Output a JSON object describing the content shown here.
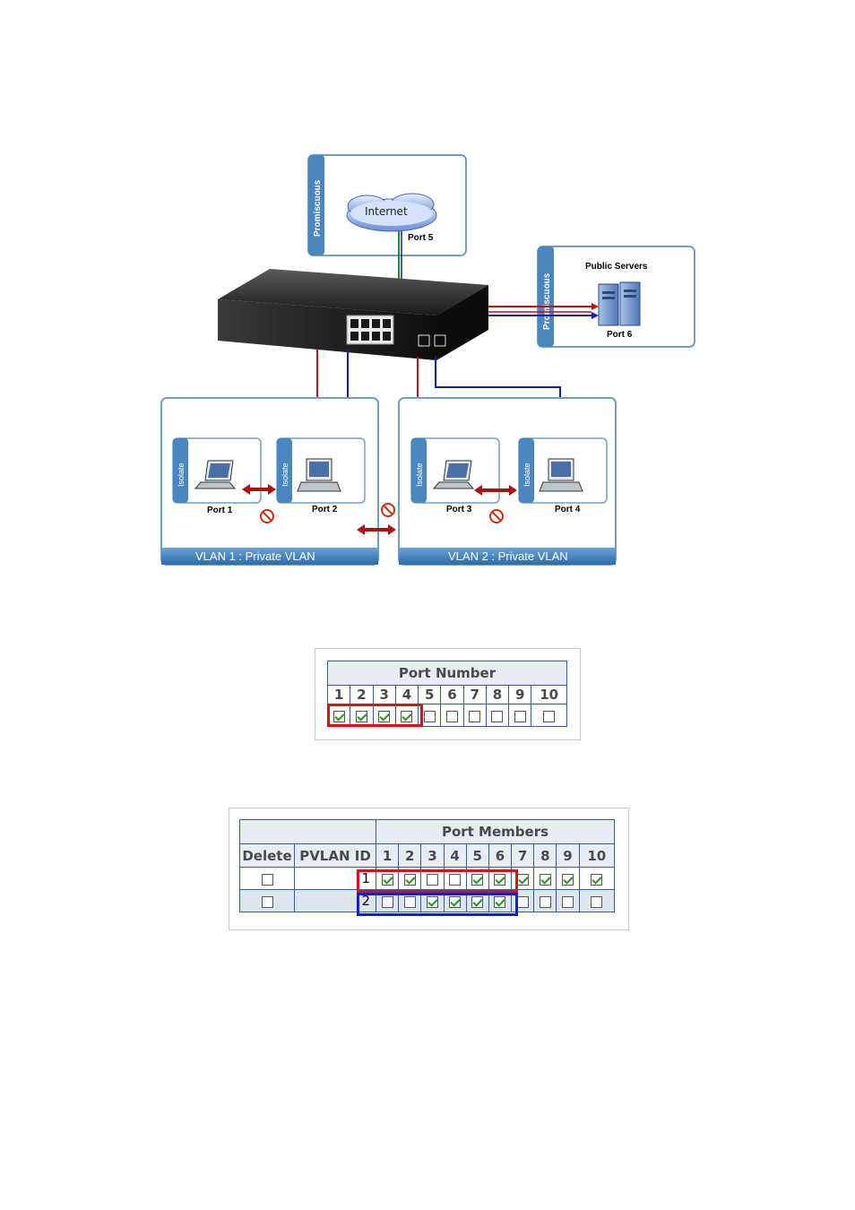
{
  "diagram": {
    "promiscuous_top_label": "Promiscuous",
    "internet_label": "Internet",
    "port5_label": "Port 5",
    "public_servers_label": "Public Servers",
    "promiscuous_right_label": "Promiscuous",
    "port6_label": "Port 6",
    "isolate_label": "Isolate",
    "port1_label": "Port 1",
    "port2_label": "Port 2",
    "port3_label": "Port 3",
    "port4_label": "Port 4",
    "vlan1_caption": "VLAN 1 : Private VLAN",
    "vlan2_caption": "VLAN 2 : Private VLAN"
  },
  "port_number_table": {
    "header": "Port Number",
    "ports": [
      "1",
      "2",
      "3",
      "4",
      "5",
      "6",
      "7",
      "8",
      "9",
      "10"
    ],
    "checked": [
      true,
      true,
      true,
      true,
      false,
      false,
      false,
      false,
      false,
      false
    ],
    "highlight_color": "#e01010"
  },
  "port_members_table": {
    "header": "Port Members",
    "delete_label": "Delete",
    "pvlan_id_label": "PVLAN ID",
    "ports": [
      "1",
      "2",
      "3",
      "4",
      "5",
      "6",
      "7",
      "8",
      "9",
      "10"
    ],
    "rows": [
      {
        "id": "1",
        "delete": false,
        "members": [
          true,
          true,
          false,
          false,
          true,
          true,
          true,
          true,
          true,
          true
        ],
        "highlight_color": "#e01010"
      },
      {
        "id": "2",
        "delete": false,
        "members": [
          false,
          false,
          true,
          true,
          true,
          true,
          false,
          false,
          false,
          false
        ],
        "highlight_color": "#1020d0"
      }
    ]
  },
  "colors": {
    "red_link": "#c81010",
    "blue_link": "#1020b0",
    "panel_border": "#6fa0c8",
    "vlan_bar": "#4a86c0"
  }
}
